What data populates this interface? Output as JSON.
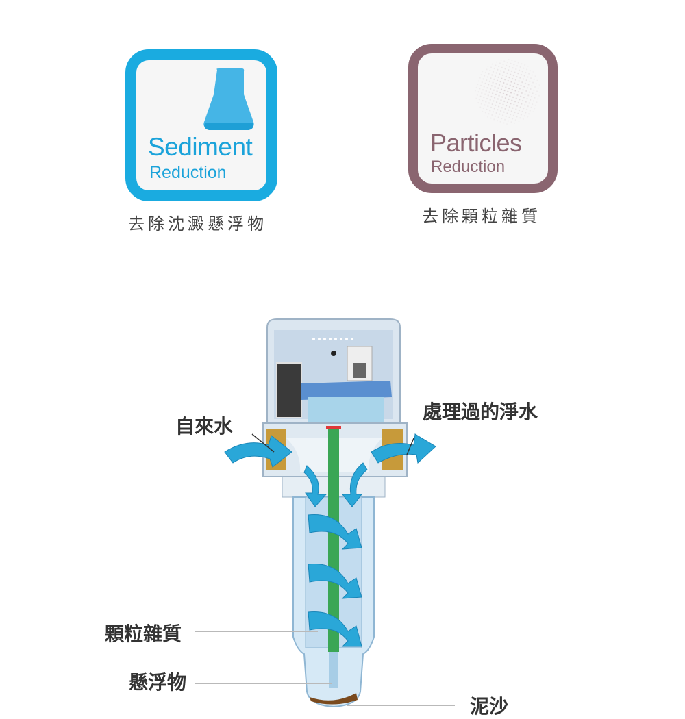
{
  "badges": [
    {
      "title": "Sediment",
      "subtitle": "Reduction",
      "caption": "去除沈澱懸浮物",
      "icon": "flask-icon",
      "color": "#1aabe0"
    },
    {
      "title": "Particles",
      "subtitle": "Reduction",
      "caption": "去除顆粒雜質",
      "icon": "particles-halftone-icon",
      "color": "#8a6570"
    }
  ],
  "diagram": {
    "inlet_label": "自來水",
    "outlet_label": "處理過的淨水",
    "particles_label": "顆粒雜質",
    "suspended_label": "懸浮物",
    "sediment_label": "泥沙",
    "colors": {
      "flow_arrow": "#2aa7d8",
      "center_tube": "#3aa655",
      "housing": "#d8e8f2",
      "sediment": "#7a4a1e"
    }
  }
}
